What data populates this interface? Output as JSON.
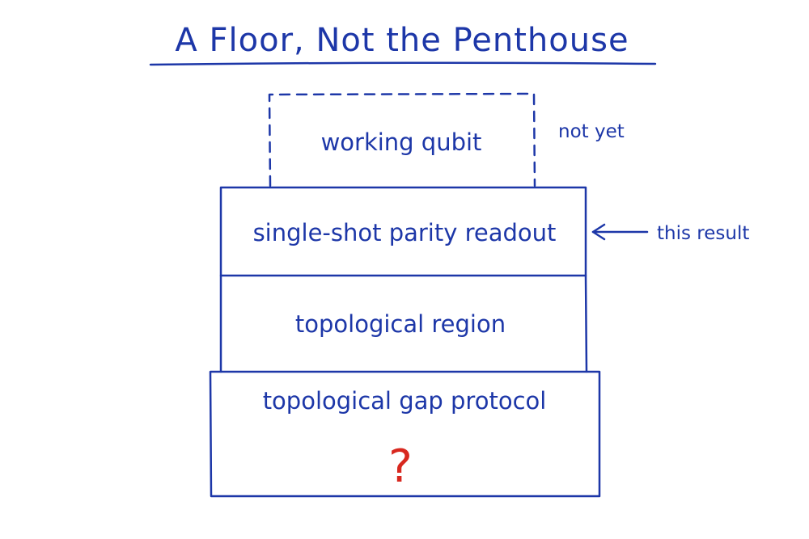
{
  "title": "A Floor, Not the Penthouse",
  "layers": {
    "working_qubit": "working qubit",
    "parity_readout": "single-shot parity readout",
    "topological_region": "topological region",
    "gap_protocol": "topological gap protocol"
  },
  "annotations": {
    "not_yet": "not yet",
    "this_result": "this result",
    "question_mark": "?"
  },
  "colors": {
    "ink": "#1d37a8",
    "question": "#d8281f"
  }
}
